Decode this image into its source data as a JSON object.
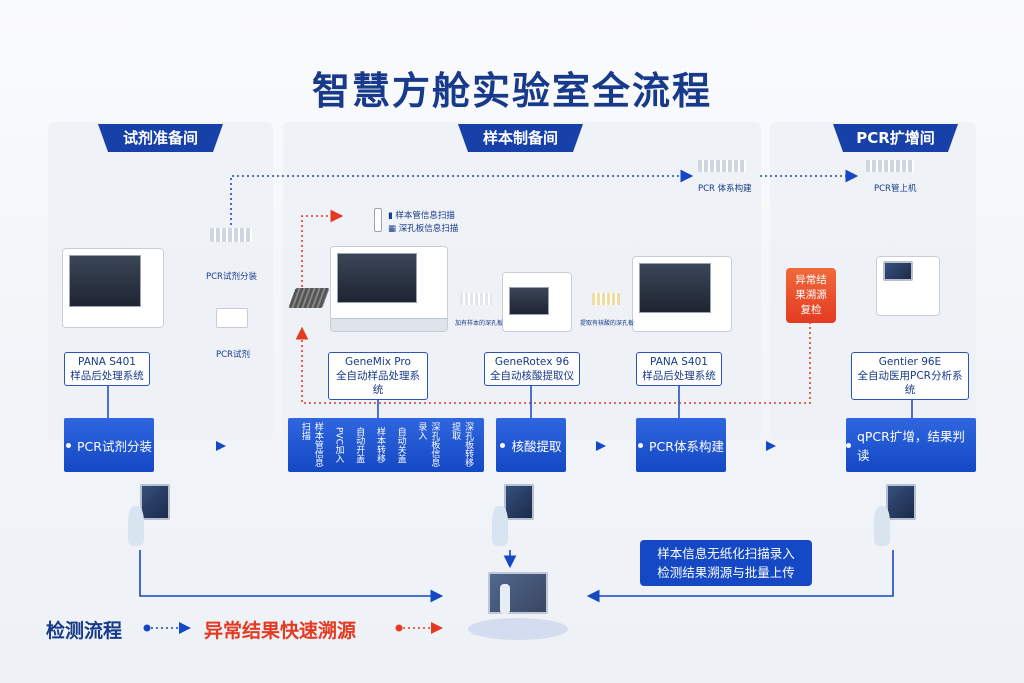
{
  "title": "智慧方舱实验室全流程",
  "sections": [
    "试剂准备间",
    "样本制备间",
    "PCR扩增间"
  ],
  "labels": {
    "pcr_dispense": "PCR试剂分装",
    "pcr_reagent": "PCR试剂",
    "pcr_build": "PCR 体系构建",
    "pcr_tube_load": "PCR管上机",
    "scan1": "样本管信息扫描",
    "scan2": "深孔板信息扫描",
    "plate_a": "加有样本的深孔板",
    "plate_b": "提取有核酸的深孔板"
  },
  "instruments": [
    {
      "name": "PANA S401",
      "desc": "样品后处理系统"
    },
    {
      "name": "GeneMix Pro",
      "desc": "全自动样品处理系统"
    },
    {
      "name": "GeneRotex 96",
      "desc": "全自动核酸提取仪"
    },
    {
      "name": "PANA S401",
      "desc": "样品后处理系统"
    },
    {
      "name": "Gentier 96E",
      "desc": "全自动医用PCR分析系统"
    }
  ],
  "steps": [
    "PCR试剂分装",
    "核酸提取",
    "PCR体系构建",
    "qPCR扩增，结果判读"
  ],
  "substeps": [
    "样本管信息扫描",
    "PVC加入",
    "自动开盖",
    "样本转移",
    "自动关盖",
    "深孔板信息录入",
    "深孔板转移提取"
  ],
  "abnormal": "异常结果溯源复检",
  "note": [
    "样本信息无纸化扫描录入",
    "检测结果溯源与批量上传"
  ],
  "legend": {
    "detect": "检测流程",
    "trace": "异常结果快速溯源"
  },
  "colors": {
    "blue": "#1548c4",
    "red": "#e43a22",
    "navy": "#173a8a"
  }
}
